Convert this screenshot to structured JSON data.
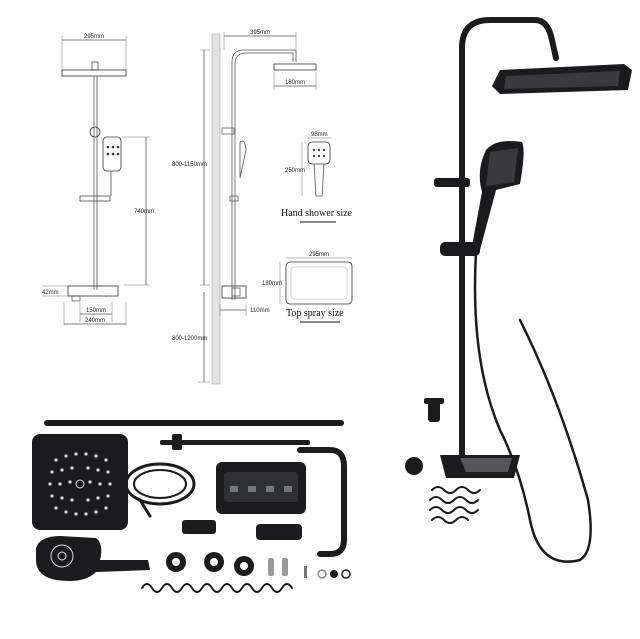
{
  "dimensions": {
    "top_width": "295mm",
    "arm_length": "395mm",
    "head_width": "180mm",
    "hand_width": "98mm",
    "hand_length": "250mm",
    "rail_height": "740mm",
    "riser_range": "800-1150mm",
    "base_offset": "42mm",
    "valve_width": "150mm",
    "valve_total": "240mm",
    "wall_offset": "110mm",
    "floor_range": "800-1200mm",
    "spray_width": "295mm",
    "spray_depth": "180mm"
  },
  "captions": {
    "hand_shower": "Hand shower size",
    "top_spray": "Top spray size"
  },
  "colors": {
    "product": "#1b1b1d",
    "drawing_lines": "#555555",
    "background": "#ffffff"
  }
}
